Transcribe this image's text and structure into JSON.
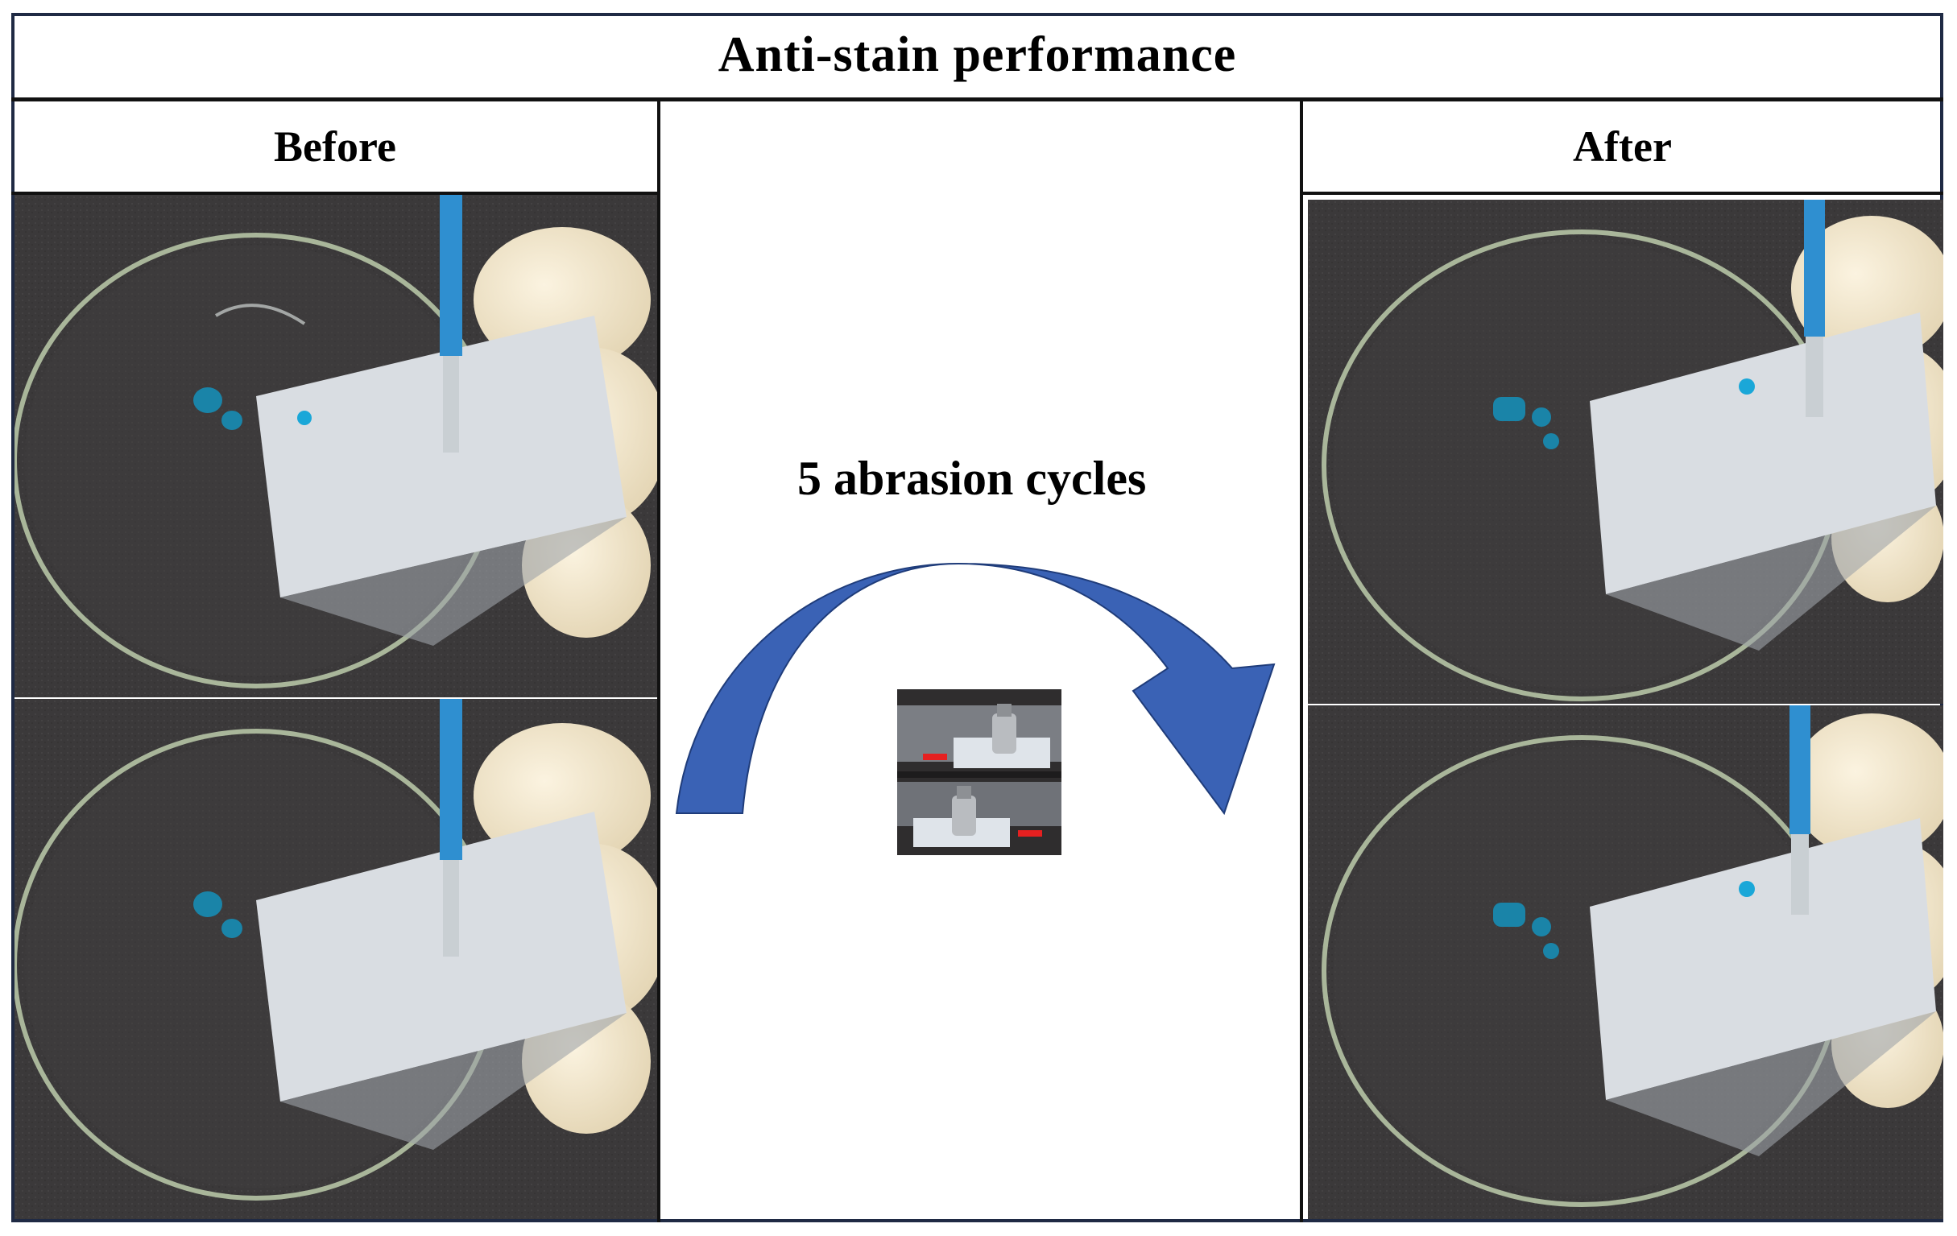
{
  "title": "Anti-stain performance",
  "before_label": "Before",
  "after_label": "After",
  "process_label": "5 abrasion cycles",
  "colors": {
    "border": "#1f2a44",
    "arrow_fill": "#3a62b5",
    "arrow_stroke": "#1f3c7a",
    "dye_blue": "#1aa7d8",
    "surface": "#3a3839",
    "glove": "#efe3c8",
    "fabric": "#d9dde2"
  },
  "icons": {
    "arrow": "curved-arrow-icon",
    "inset": "abrasion-test-photo"
  }
}
